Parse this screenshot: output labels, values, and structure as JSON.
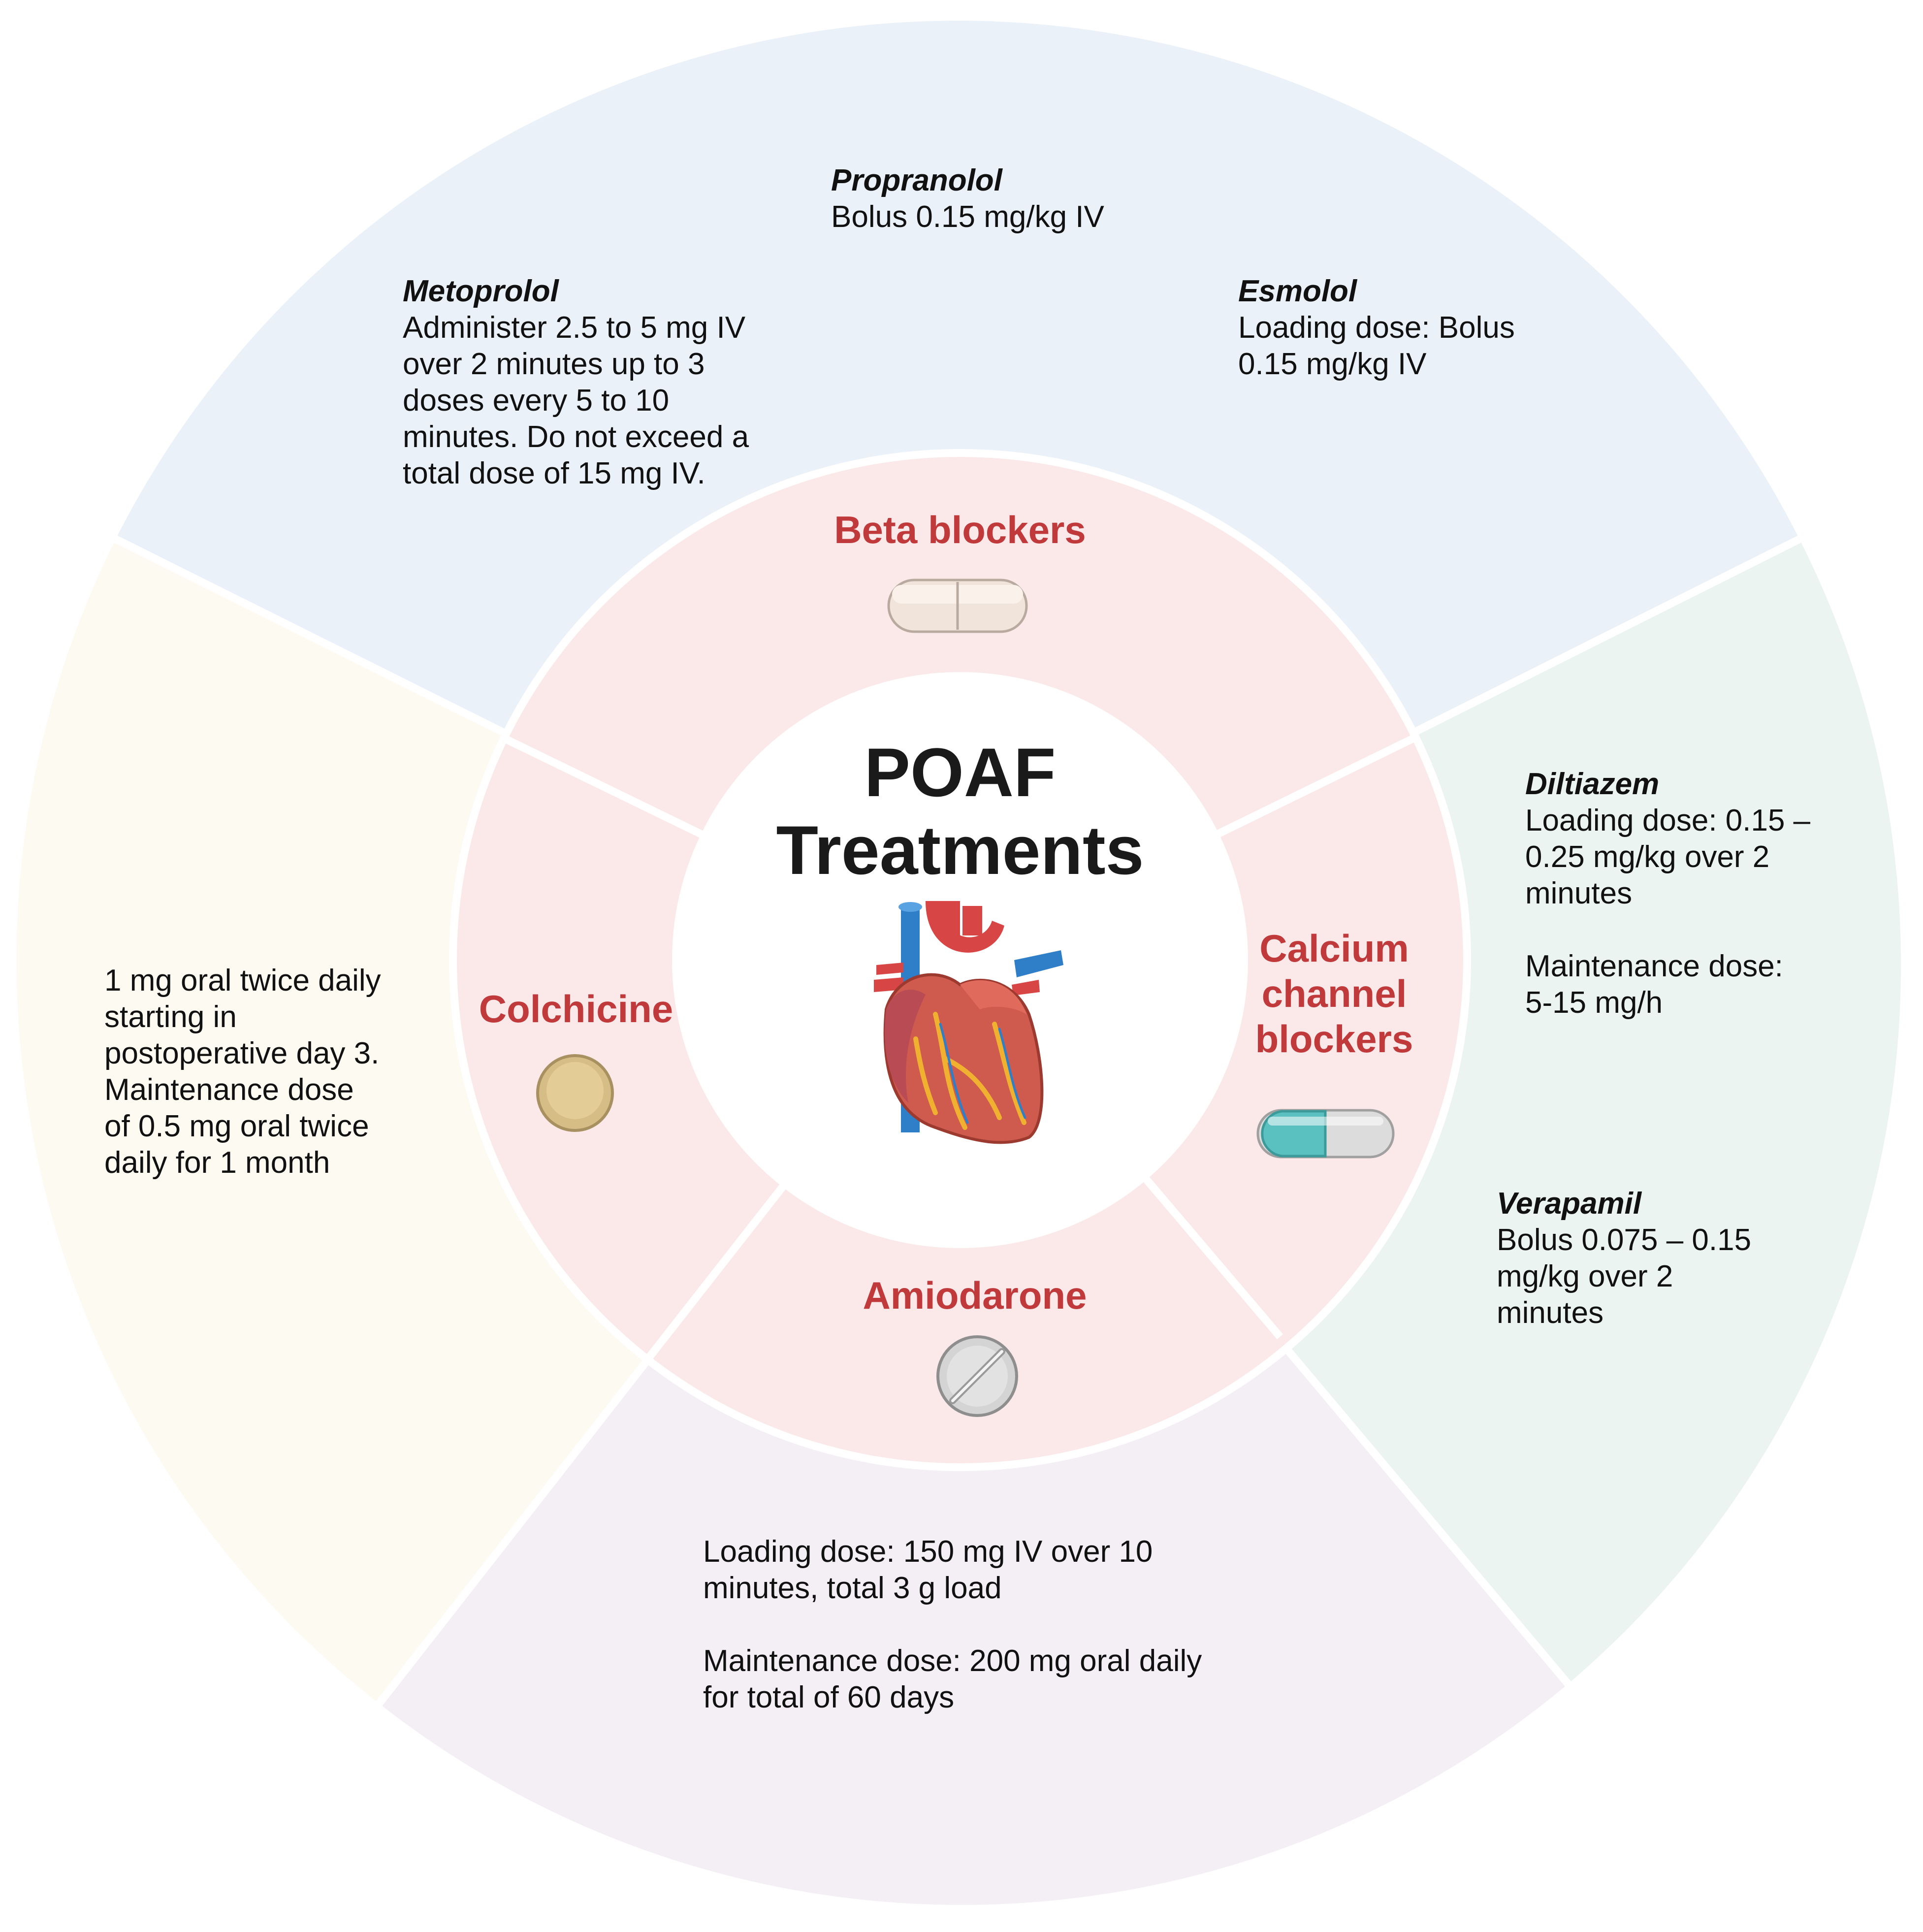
{
  "title": "POAF\nTreatments",
  "colors": {
    "beta_outer": "#eaf1f8",
    "ccb_outer": "#ebf4f0",
    "amio_outer": "#f3eff5",
    "colch_outer": "#fdfaf2",
    "inner_ring": "#fbe9e9",
    "class_label": "#c0393b"
  },
  "classes": {
    "beta": {
      "label": "Beta blockers",
      "icon": "tablet-oblong-icon",
      "drugs": [
        {
          "name": "Propranolol",
          "dose": "Bolus 0.15 mg/kg IV"
        },
        {
          "name": "Metoprolol",
          "dose": "Administer 2.5 to 5 mg IV\nover 2 minutes up to 3\ndoses every 5 to 10\nminutes. Do not exceed a\ntotal dose of 15 mg IV."
        },
        {
          "name": "Esmolol",
          "dose": "Loading dose: Bolus\n0.15 mg/kg IV"
        }
      ]
    },
    "ccb": {
      "label": "Calcium\nchannel\nblockers",
      "icon": "capsule-icon",
      "drugs": [
        {
          "name": "Diltiazem",
          "dose": "Loading dose: 0.15 –\n0.25 mg/kg over 2\nminutes\n\nMaintenance dose:\n5-15 mg/h"
        },
        {
          "name": "Verapamil",
          "dose": "Bolus 0.075 – 0.15\nmg/kg over 2\nminutes"
        }
      ]
    },
    "amio": {
      "label": "Amiodarone",
      "icon": "scored-round-tablet-icon",
      "text": "Loading dose: 150 mg IV over 10\nminutes, total 3 g load\n\nMaintenance dose: 200 mg oral daily\nfor total of 60 days"
    },
    "colch": {
      "label": "Colchicine",
      "icon": "round-tablet-icon",
      "text": "1 mg oral twice daily\nstarting in\npostoperative day 3.\nMaintenance dose\nof 0.5 mg oral twice\ndaily for 1 month"
    }
  },
  "center_icon": "heart-icon"
}
